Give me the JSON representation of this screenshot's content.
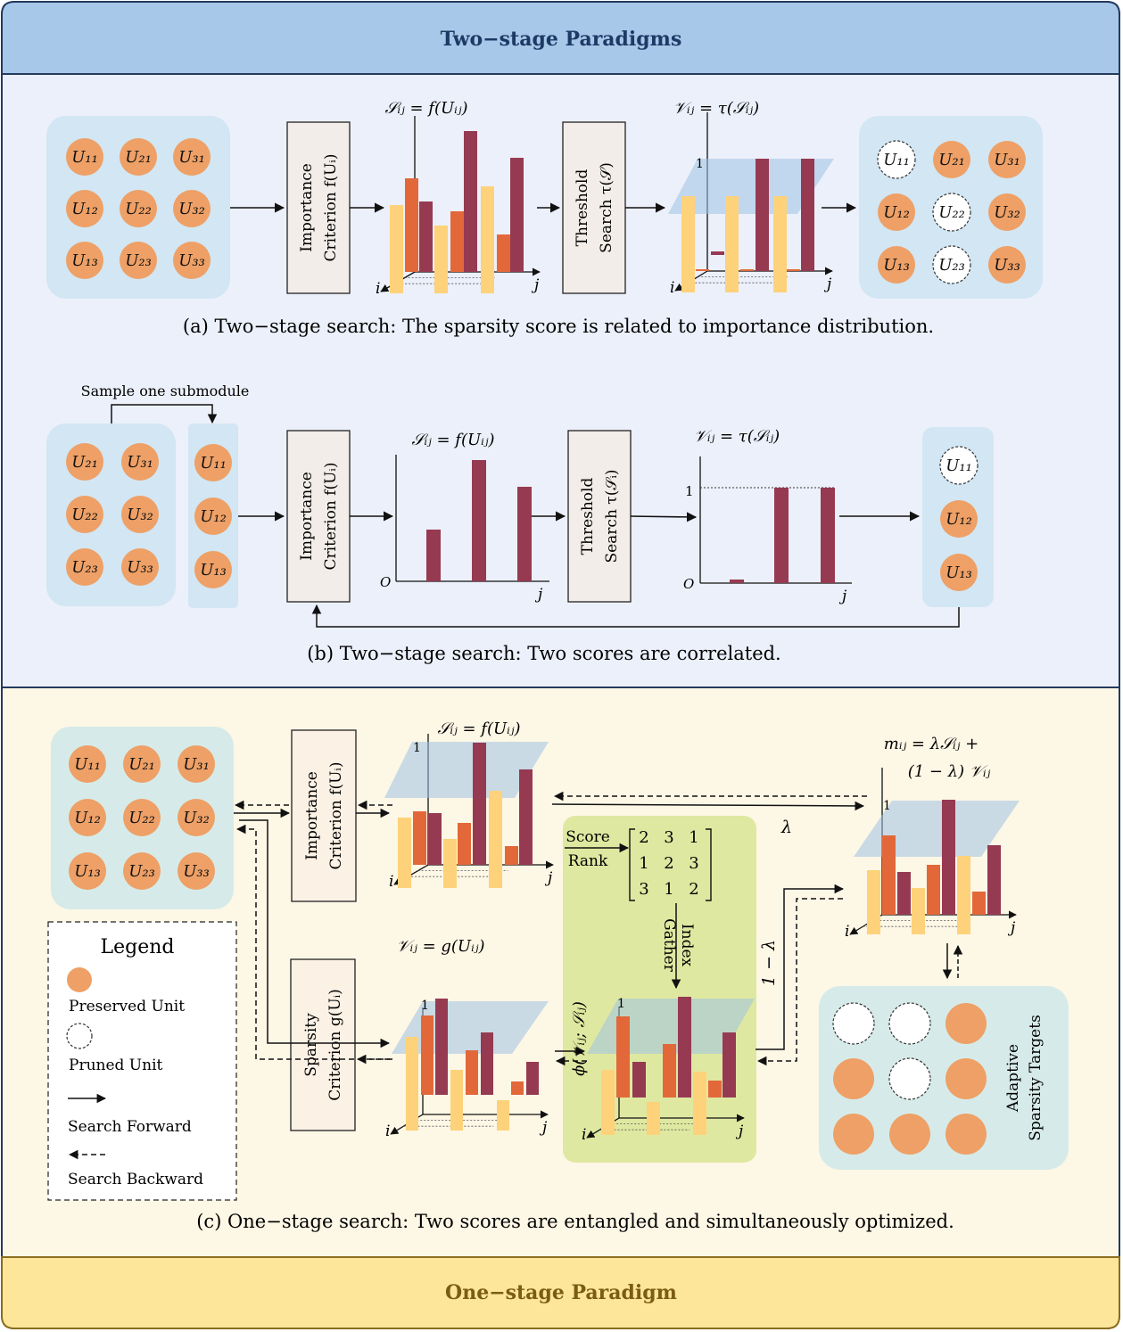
{
  "header_title": "Two−stage Paradigms",
  "footer_title": "One−stage Paradigm",
  "units": {
    "U11": "U₁₁",
    "U21": "U₂₁",
    "U31": "U₃₁",
    "U12": "U₁₂",
    "U22": "U₂₂",
    "U32": "U₃₂",
    "U13": "U₁₃",
    "U23": "U₂₃",
    "U33": "U₃₃"
  },
  "labels": {
    "importance_criterion": "Importance",
    "criterion_fui": "Criterion f(Uᵢ)",
    "threshold": "Threshold",
    "search_tau_s": "Search τ(𝒮)",
    "search_tau_si": "Search τ(𝒮ᵢ)",
    "sparsity": "Sparsity",
    "criterion_gui": "Criterion g(Uᵢ)",
    "s_eq": "𝒮ᵢⱼ = f(Uᵢⱼ)",
    "v_eq_tau": "𝒱ᵢⱼ = τ(𝒮ᵢⱼ)",
    "v_eq_g": "𝒱ᵢⱼ = g(Uᵢⱼ)",
    "m_eq1": "mᵢⱼ = λ𝒮ᵢⱼ +",
    "m_eq2": "(1 − λ) 𝒱ᵢⱼ",
    "phi": "ϕ(𝒱ᵢⱼ; 𝒮ᵢⱼ)",
    "lambda": "λ",
    "one_minus_lambda": "1 − λ",
    "score": "Score",
    "rank": "Rank",
    "gather": "Gather",
    "index": "Index",
    "sample": "Sample one submodule",
    "adaptive1": "Adaptive",
    "adaptive2": "Sparsity Targets",
    "axis_i": "i",
    "axis_j": "j",
    "axis_one": "1",
    "axis_zero": "O"
  },
  "matrix": [
    [
      "2",
      "3",
      "1"
    ],
    [
      "1",
      "2",
      "3"
    ],
    [
      "3",
      "1",
      "2"
    ]
  ],
  "captions": {
    "a": "(a)  Two−stage search: The sparsity score is related to importance distribution.",
    "b": "(b)  Two−stage search: Two scores are correlated.",
    "c": "(c)  One−stage search: Two scores are entangled and simultaneously optimized."
  },
  "legend": {
    "title": "Legend",
    "preserved": "Preserved Unit",
    "pruned": "Pruned Unit",
    "forward": "Search Forward",
    "backward": "Search Backward"
  },
  "colors": {
    "header_bg": "#a7c8e8",
    "panel_top_bg": "#ecf0fa",
    "panel_bottom_bg": "#fdf7e6",
    "footer_bg": "#fde59a",
    "unit_fill": "#eea066",
    "blue_box": "#d2e6f3",
    "teal_box": "#d6ebe9",
    "yellow": "#fdd27a",
    "orange": "#e2683a",
    "maroon": "#963a52",
    "green_box": "#dfe8a0"
  }
}
